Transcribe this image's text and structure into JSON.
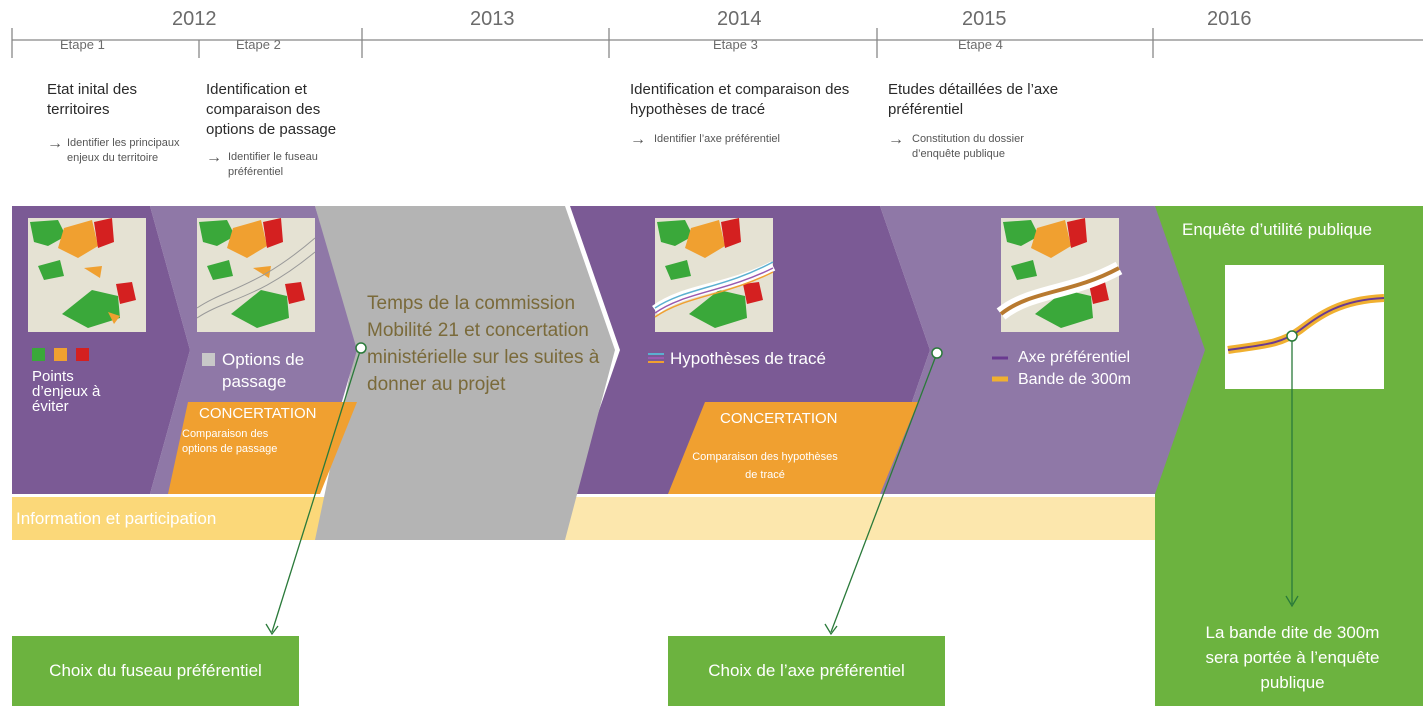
{
  "years": [
    "2012",
    "2013",
    "2014",
    "2015",
    "2016"
  ],
  "etapes": [
    "Etape 1",
    "Etape 2",
    "Etape 3",
    "Etape 4"
  ],
  "steps": [
    {
      "title": "Etat inital des territoires",
      "arrow": "→",
      "sub": "Identifier les principaux enjeux du territoire"
    },
    {
      "title": "Identification et comparaison des options de passage",
      "arrow": "→",
      "sub": "Identifier le fuseau préférentiel"
    },
    {
      "title": "Identification et comparaison des hypothèses de tracé",
      "arrow": "→",
      "sub": "Identifier l’axe préférentiel"
    },
    {
      "title": "Etudes détaillées de l’axe préférentiel",
      "arrow": "→",
      "sub": "Constitution du dossier d’enquête publique"
    }
  ],
  "legends": {
    "points_enjeux": "Points d’enjeux à éviter",
    "options_passage": "Options de passage",
    "hypotheses": "Hypothèses de tracé",
    "axe": "Axe préférentiel",
    "bande": "Bande de 300m"
  },
  "commission_text": "Temps de la commission Mobilité 21 et concertation ministérielle sur les suites à donner au projet",
  "concertation": [
    {
      "title": "CONCERTATION",
      "sub": "Comparaison des options de passage"
    },
    {
      "title": "CONCERTATION",
      "sub": "Comparaison des hypothèses de tracé"
    }
  ],
  "info_band": "Information et participation",
  "enquete_title": "Enquête d’utilité publique",
  "outcomes": [
    "Choix du fuseau préférentiel",
    "Choix de l’axe préférentiel",
    "La bande dite de 300m sera portée à l’enquête publique"
  ],
  "colors": {
    "purple": "#7b5a95",
    "purple_light": "#8f78a7",
    "grey": "#b4b4b4",
    "green": "#6cb33f",
    "orange": "#f0a030",
    "yellow": "#fbd879",
    "red": "#d42020"
  }
}
